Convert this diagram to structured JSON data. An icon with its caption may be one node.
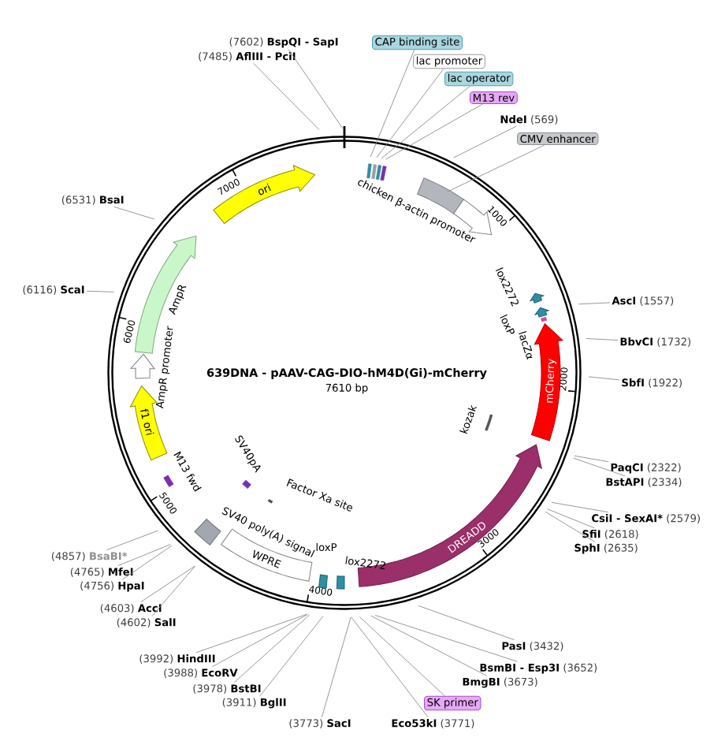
{
  "diagram": {
    "title": "639DNA - pAAV-CAG-DIO-hM4D(Gi)-mCherry",
    "nodes": [
      {
        "text": [
          "CAP binding site"
        ]
      },
      {
        "text": [
          "lac promoter"
        ]
      },
      {
        "text": [
          "lac operator"
        ]
      },
      {
        "text": [
          "M13 rev"
        ]
      },
      {
        "text": [
          "NdeI",
          "(569)"
        ]
      },
      {
        "text": [
          "CMV enhancer"
        ]
      },
      {
        "text": [],
        "shape": "box"
      },
      {
        "text": [],
        "shape": "arrow",
        "beside": [
          "chicken β-actin promoter"
        ]
      },
      {
        "text": [
          "AscI",
          "(1557)"
        ]
      },
      {
        "text": [
          "BbvCI",
          "(1732)"
        ]
      },
      {
        "text": [
          "SbfI",
          "(1922)"
        ]
      },
      {
        "text": [],
        "shape": "arrow",
        "beside": [
          "lox2272"
        ]
      },
      {
        "text": [],
        "shape": "arrow",
        "beside": [
          "loxP"
        ]
      },
      {
        "text": [],
        "shape": "bar"
      },
      {
        "text": [
          "mCherry"
        ]
      },
      {
        "text": [],
        "shape": "bar",
        "beside": [
          "kozak"
        ]
      },
      {
        "text": [
          "PaqCI",
          "(2322)"
        ]
      },
      {
        "text": [
          "BstAPI",
          "(2334)"
        ]
      },
      {
        "text": [
          "CsiI - SexAI*",
          "(2579)"
        ]
      },
      {
        "text": [
          "SfiI",
          "(2618)"
        ]
      },
      {
        "text": [
          "SphI",
          "(2635)"
        ]
      },
      {
        "text": [
          "DREADD"
        ]
      },
      {
        "text": [
          "PasI",
          "(3432)"
        ]
      },
      {
        "text": [
          "BsmBI - Esp3I",
          "(3652)"
        ]
      },
      {
        "text": [
          "BmgBI",
          "(3673)"
        ]
      },
      {
        "text": [
          "SK primer"
        ]
      },
      {
        "text": [
          "Eco53kI",
          "(3771)"
        ]
      },
      {
        "text": [
          "(3773)",
          "SacI"
        ]
      },
      {
        "text": [
          "(3911)",
          "BglII"
        ]
      },
      {
        "text": [
          "(3978)",
          "BstBI"
        ]
      },
      {
        "text": [
          "(3988)",
          "EcoRV"
        ]
      },
      {
        "text": [
          "(3992)",
          "HindIII"
        ]
      },
      {
        "text": [
          "(4602)",
          "SalI"
        ]
      },
      {
        "text": [
          "(4603)",
          "AccI"
        ]
      },
      {
        "text": [
          "(4756)",
          "HpaI"
        ]
      },
      {
        "text": [
          "(4765)",
          "MfeI"
        ]
      },
      {
        "text": [
          "(4857)",
          "BsaBI*"
        ]
      },
      {
        "text": [
          "WPRE"
        ]
      },
      {
        "text": [],
        "shape": "box",
        "beside": [
          "SV40 poly(A) signal"
        ]
      },
      {
        "text": [],
        "shape": "box"
      },
      {
        "text": [],
        "shape": "box",
        "beside": [
          "lox2272"
        ]
      },
      {
        "text": [],
        "shape": "bar"
      },
      {
        "text": [],
        "shape": "bar",
        "beside": [
          "SV40pA"
        ]
      },
      {
        "text": [],
        "shape": "bar",
        "beside": [
          "M13 fwd"
        ]
      },
      {
        "text": [
          "f1 ori"
        ]
      },
      {
        "text": [],
        "shape": "arrow",
        "beside": [
          "AmpR promoter"
        ]
      },
      {
        "text": [],
        "shape": "arrow",
        "beside": [
          "AmpR"
        ]
      },
      {
        "text": [
          "(6116)",
          "ScaI"
        ]
      },
      {
        "text": [
          "(6531)",
          "BsaI"
        ]
      },
      {
        "text": [
          "ori"
        ]
      },
      {
        "text": [
          "(7485)",
          "AflIII - PciI"
        ]
      },
      {
        "text": [
          "(7602)",
          "BspQI - SapI"
        ]
      }
    ],
    "edges": [
      {
        "from": 0,
        "to": null,
        "arrow": "none"
      },
      {
        "from": 1,
        "to": null,
        "arrow": "none"
      },
      {
        "from": 2,
        "to": null,
        "arrow": "none"
      },
      {
        "from": 3,
        "to": null,
        "arrow": "none"
      },
      {
        "from": 4,
        "to": null,
        "arrow": "none"
      },
      {
        "from": 5,
        "to": 6,
        "arrow": "none"
      },
      {
        "from": 8,
        "to": null,
        "arrow": "none"
      },
      {
        "from": 9,
        "to": null,
        "arrow": "none"
      },
      {
        "from": 10,
        "to": null,
        "arrow": "none"
      },
      {
        "from": 16,
        "to": null,
        "arrow": "none"
      },
      {
        "from": 17,
        "to": null,
        "arrow": "none"
      },
      {
        "from": 18,
        "to": null,
        "arrow": "none"
      },
      {
        "from": 19,
        "to": null,
        "arrow": "none"
      },
      {
        "from": 20,
        "to": null,
        "arrow": "none"
      },
      {
        "from": 22,
        "to": null,
        "arrow": "none"
      },
      {
        "from": 23,
        "to": null,
        "arrow": "none"
      },
      {
        "from": 24,
        "to": null,
        "arrow": "none"
      },
      {
        "from": 25,
        "to": null,
        "arrow": "none"
      },
      {
        "from": 26,
        "to": null,
        "arrow": "none"
      },
      {
        "from": 27,
        "to": null,
        "arrow": "none"
      },
      {
        "from": 28,
        "to": null,
        "arrow": "none"
      },
      {
        "from": 29,
        "to": null,
        "arrow": "none"
      },
      {
        "from": 30,
        "to": null,
        "arrow": "none"
      },
      {
        "from": 31,
        "to": null,
        "arrow": "none"
      },
      {
        "from": 32,
        "to": null,
        "arrow": "none"
      },
      {
        "from": 33,
        "to": null,
        "arrow": "none"
      },
      {
        "from": 34,
        "to": null,
        "arrow": "none"
      },
      {
        "from": 35,
        "to": null,
        "arrow": "none"
      },
      {
        "from": 36,
        "to": null,
        "arrow": "none"
      },
      {
        "from": 47,
        "to": null,
        "arrow": "none"
      },
      {
        "from": 48,
        "to": null,
        "arrow": "none"
      },
      {
        "from": 50,
        "to": null,
        "arrow": "none"
      },
      {
        "from": 51,
        "to": null,
        "arrow": "none"
      }
    ],
    "labels": [
      "7610 bp",
      "1000",
      "2000",
      "3000",
      "4000",
      "5000",
      "6000",
      "7000",
      "lacZα",
      "Factor Xa site",
      "loxP"
    ]
  }
}
